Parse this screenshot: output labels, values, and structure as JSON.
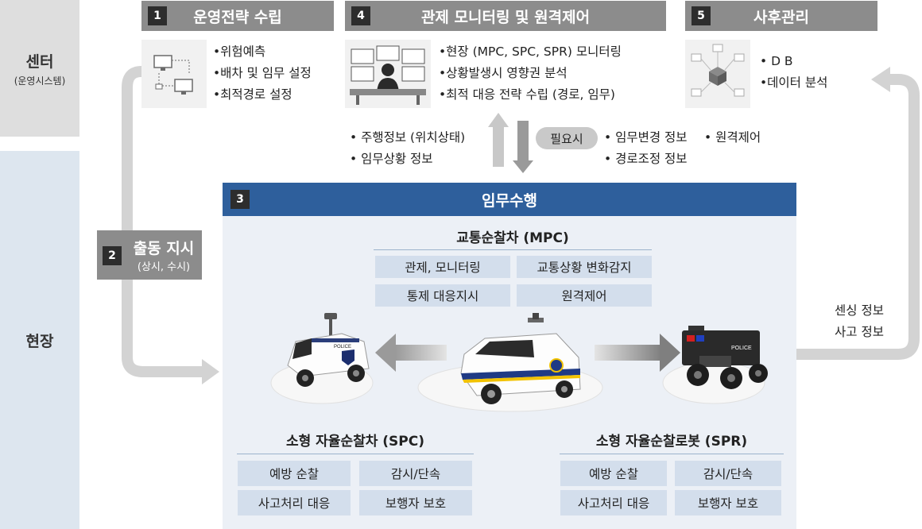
{
  "bands": {
    "center": {
      "title": "센터",
      "subtitle": "(운영시스템)"
    },
    "field": {
      "title": "현장"
    }
  },
  "steps": [
    {
      "num": "1",
      "title": "운영전략 수립",
      "items": [
        "•위험예측",
        "•배차 및 임무 설정",
        "•최적경로 설정"
      ]
    },
    {
      "num": "4",
      "title": "관제 모니터링 및 원격제어",
      "items": [
        "•현장 (MPC, SPC, SPR) 모니터링",
        "•상황발생시 영향권 분석",
        "•최적 대응 전략 수립 (경로, 임무)"
      ]
    },
    {
      "num": "5",
      "title": "사후관리",
      "items": [
        "• D B",
        "•데이터 분석"
      ]
    }
  ],
  "uplink": {
    "items": [
      "• 주행정보 (위치상태)",
      "• 임무상황 정보"
    ]
  },
  "downlink": {
    "pill": "필요시",
    "items": [
      "• 임무변경 정보",
      "• 경로조정 정보"
    ],
    "extra": "• 원격제어"
  },
  "step2": {
    "num": "2",
    "title": "출동 지시",
    "subtitle": "(상시, 수시)"
  },
  "mission": {
    "num": "3",
    "title": "임무수행",
    "mpc": {
      "title": "교통순찰차 (MPC)",
      "cells": [
        "관제, 모니터링",
        "교통상황 변화감지",
        "통제 대응지시",
        "원격제어"
      ]
    },
    "spc": {
      "title": "소형 자율순찰차 (SPC)",
      "cells": [
        "예방 순찰",
        "감시/단속",
        "사고처리 대응",
        "보행자 보호"
      ]
    },
    "spr": {
      "title": "소형 자율순찰로봇 (SPR)",
      "cells": [
        "예방 순찰",
        "감시/단속",
        "사고처리 대응",
        "보행자 보호"
      ]
    },
    "vehicle_labels": {
      "police": "POLICE"
    }
  },
  "sensing": {
    "lines": [
      "센싱 정보",
      "사고 정보"
    ]
  },
  "colors": {
    "step": "#8c8c8c",
    "num": "#2d2d2d",
    "panel_head": "#2e5f9c",
    "panel_bg": "#ecf0f6",
    "cell": "#d3deec",
    "arrow": "#d3d3d3"
  }
}
